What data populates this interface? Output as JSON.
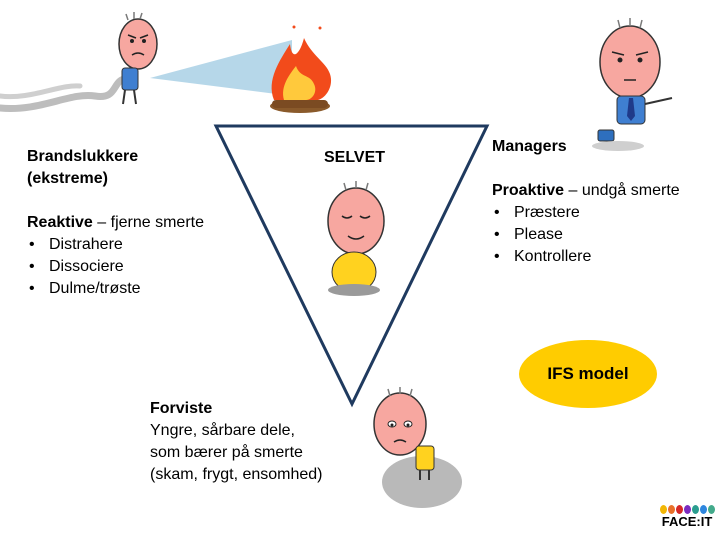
{
  "left": {
    "heading_line1": "Brandslukkere",
    "heading_line2": "(ekstreme)",
    "sub_bold": "Reaktive",
    "sub_rest": " – fjerne smerte",
    "items": [
      "Distrahere",
      "Dissociere",
      "Dulme/trøste"
    ]
  },
  "center": {
    "title": "SELVET"
  },
  "right": {
    "heading": "Managers",
    "sub_bold": "Proaktive",
    "sub_rest": " – undgå smerte",
    "items": [
      "Præstere",
      "Please",
      "Kontrollere"
    ]
  },
  "bottom": {
    "heading": "Forviste",
    "line1": "Yngre, sårbare dele,",
    "line2": "som bærer på smerte",
    "line3": "(skam, frygt, ensomhed)"
  },
  "badge": {
    "label": "IFS model"
  },
  "logo": {
    "text": "FACE:IT",
    "dot_colors": [
      "#f2b705",
      "#e8702a",
      "#d62828",
      "#7b2cbf",
      "#2a9d8f",
      "#2e86de",
      "#43aa8b"
    ]
  },
  "colors": {
    "triangle_stroke": "#1f3a5f",
    "skin": "#f7a7a0",
    "hair": "#7a7a7a",
    "fire_outer": "#f24b1b",
    "fire_inner": "#ffc93c",
    "water": "#9ecae1",
    "yellow_shirt": "#ffd21f",
    "blue_shirt": "#3f7fd1",
    "rock": "#b9b9b9"
  }
}
